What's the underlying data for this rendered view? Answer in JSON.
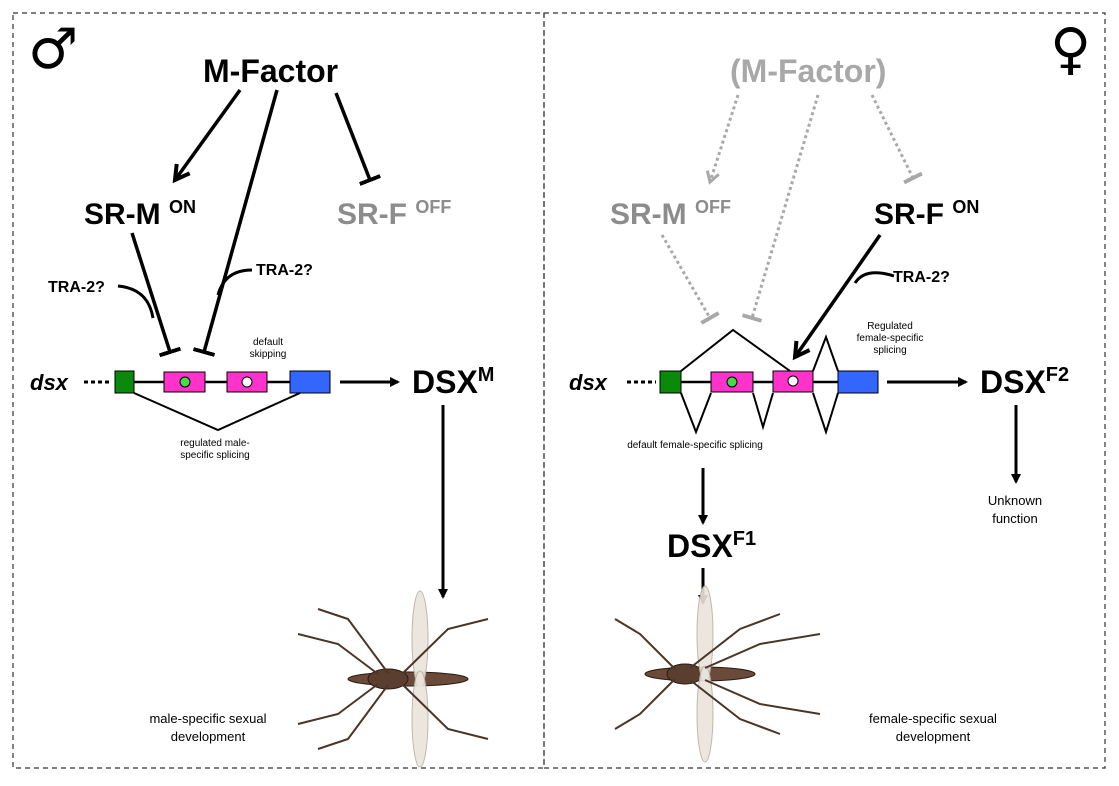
{
  "colors": {
    "exon_green": "#0a8a0a",
    "exon_magenta": "#ff33cc",
    "exon_blue": "#3366ff",
    "inactive_gray": "#8c8c8c",
    "faded_gray": "#a8a8a8"
  },
  "icons": {
    "male": "male-symbol-icon",
    "female": "female-symbol-icon",
    "insect": "mosquito-icon"
  },
  "male_panel": {
    "symbol": "♂",
    "factor": "M-Factor",
    "srm": "SR-M",
    "srm_state": "ON",
    "srf": "SR-F",
    "srf_state": "OFF",
    "tra_left": "TRA-2?",
    "tra_right": "TRA-2?",
    "gene": "dsx",
    "default_label": "default skipping",
    "regulated_label": "regulated male-specific splicing",
    "product": "DSX",
    "product_sup": "M",
    "outcome": "male-specific sexual development"
  },
  "female_panel": {
    "symbol": "♀",
    "factor": "(M-Factor)",
    "srm": "SR-M",
    "srm_state": "OFF",
    "srf": "SR-F",
    "srf_state": "ON",
    "tra": "TRA-2?",
    "gene": "dsx",
    "regulated_label": "Regulated female-specific splicing",
    "default_label": "default female-specific splicing",
    "product_f2": "DSX",
    "product_f2_sup": "F2",
    "f2_function": "Unknown function",
    "product_f1": "DSX",
    "product_f1_sup": "F1",
    "outcome": "female-specific sexual development"
  }
}
